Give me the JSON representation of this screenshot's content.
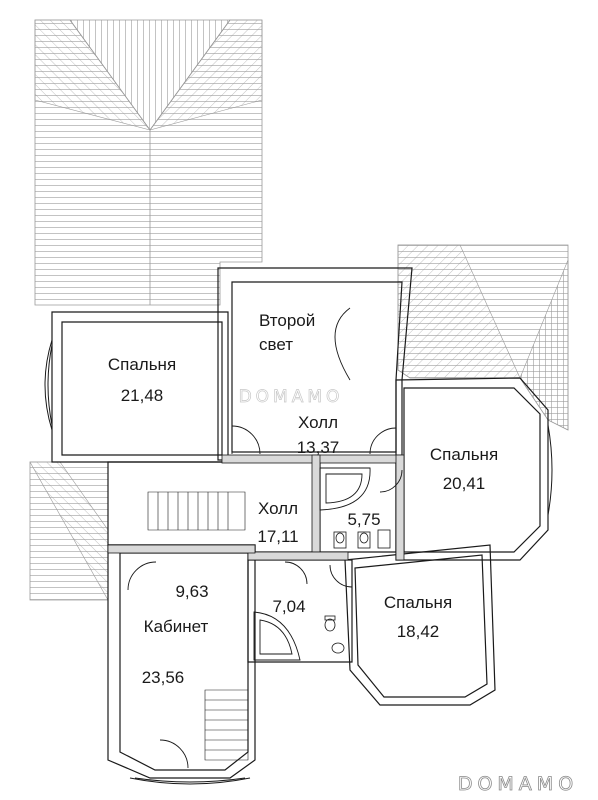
{
  "rooms": [
    {
      "id": "bedroom-1",
      "name": "Спальня",
      "area": "21,48"
    },
    {
      "id": "second-light",
      "name_line1": "Второй",
      "name_line2": "свет"
    },
    {
      "id": "hall-1",
      "name": "Холл",
      "area": "13,37"
    },
    {
      "id": "bedroom-2",
      "name": "Спальня",
      "area": "20,41"
    },
    {
      "id": "hall-2",
      "name": "Холл",
      "area": "17,11"
    },
    {
      "id": "bath-1",
      "area": "5,75"
    },
    {
      "id": "room-963",
      "area": "9,63"
    },
    {
      "id": "bath-2",
      "area": "7,04"
    },
    {
      "id": "bedroom-3",
      "name": "Спальня",
      "area": "18,42"
    },
    {
      "id": "office",
      "name": "Кабинет",
      "area": "23,56"
    }
  ],
  "watermark": {
    "center": "DOMAMO",
    "corner": "DOMAMO"
  },
  "colors": {
    "wall": "#1a1a1a",
    "roof_line": "#9a9a9a",
    "wall_fill": "#d9d9d9"
  }
}
